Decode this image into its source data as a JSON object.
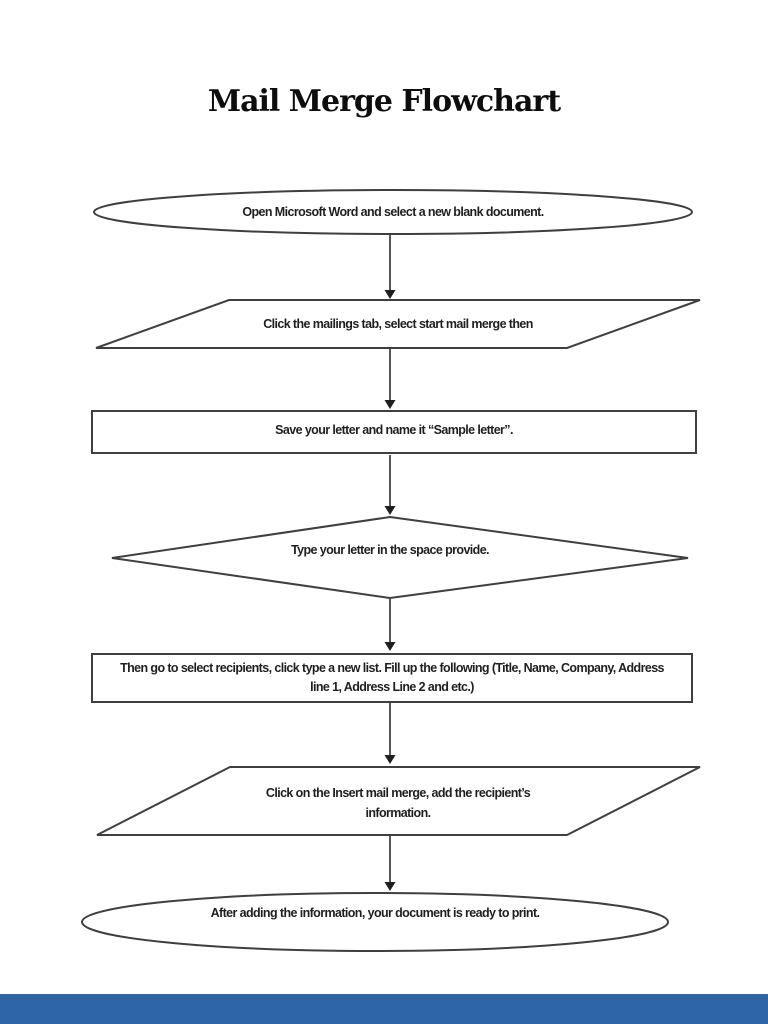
{
  "page": {
    "title": "Mail Merge Flowchart",
    "background_color": "#ffffff",
    "bottom_bar_color": "#2e64a8"
  },
  "flowchart": {
    "stroke_color": "#3f3f3f",
    "arrow_color": "#1f1f1f",
    "text_color": "#1f1f1f",
    "nodes": [
      {
        "id": "start",
        "shape": "ellipse",
        "text": "Open Microsoft Word and select a new blank document."
      },
      {
        "id": "io-mailings-tab",
        "shape": "parallelogram",
        "text": "Click the mailings tab, select start mail merge then"
      },
      {
        "id": "process-save-letter",
        "shape": "rectangle",
        "text": "Save your letter and name it “Sample letter”."
      },
      {
        "id": "decision-type-letter",
        "shape": "diamond",
        "text": "Type your letter in the space provide."
      },
      {
        "id": "process-select-recipients",
        "shape": "rectangle",
        "lines": [
          "Then go to select recipients, click type a new list. Fill up the following (Title, Name, Company, Address",
          "line 1, Address Line 2 and etc.)"
        ]
      },
      {
        "id": "io-insert-mail-merge",
        "shape": "parallelogram",
        "lines": [
          "Click on the Insert mail merge, add the recipient’s",
          "information."
        ]
      },
      {
        "id": "end",
        "shape": "ellipse",
        "text": "After adding the information, your document is ready to print."
      }
    ]
  }
}
